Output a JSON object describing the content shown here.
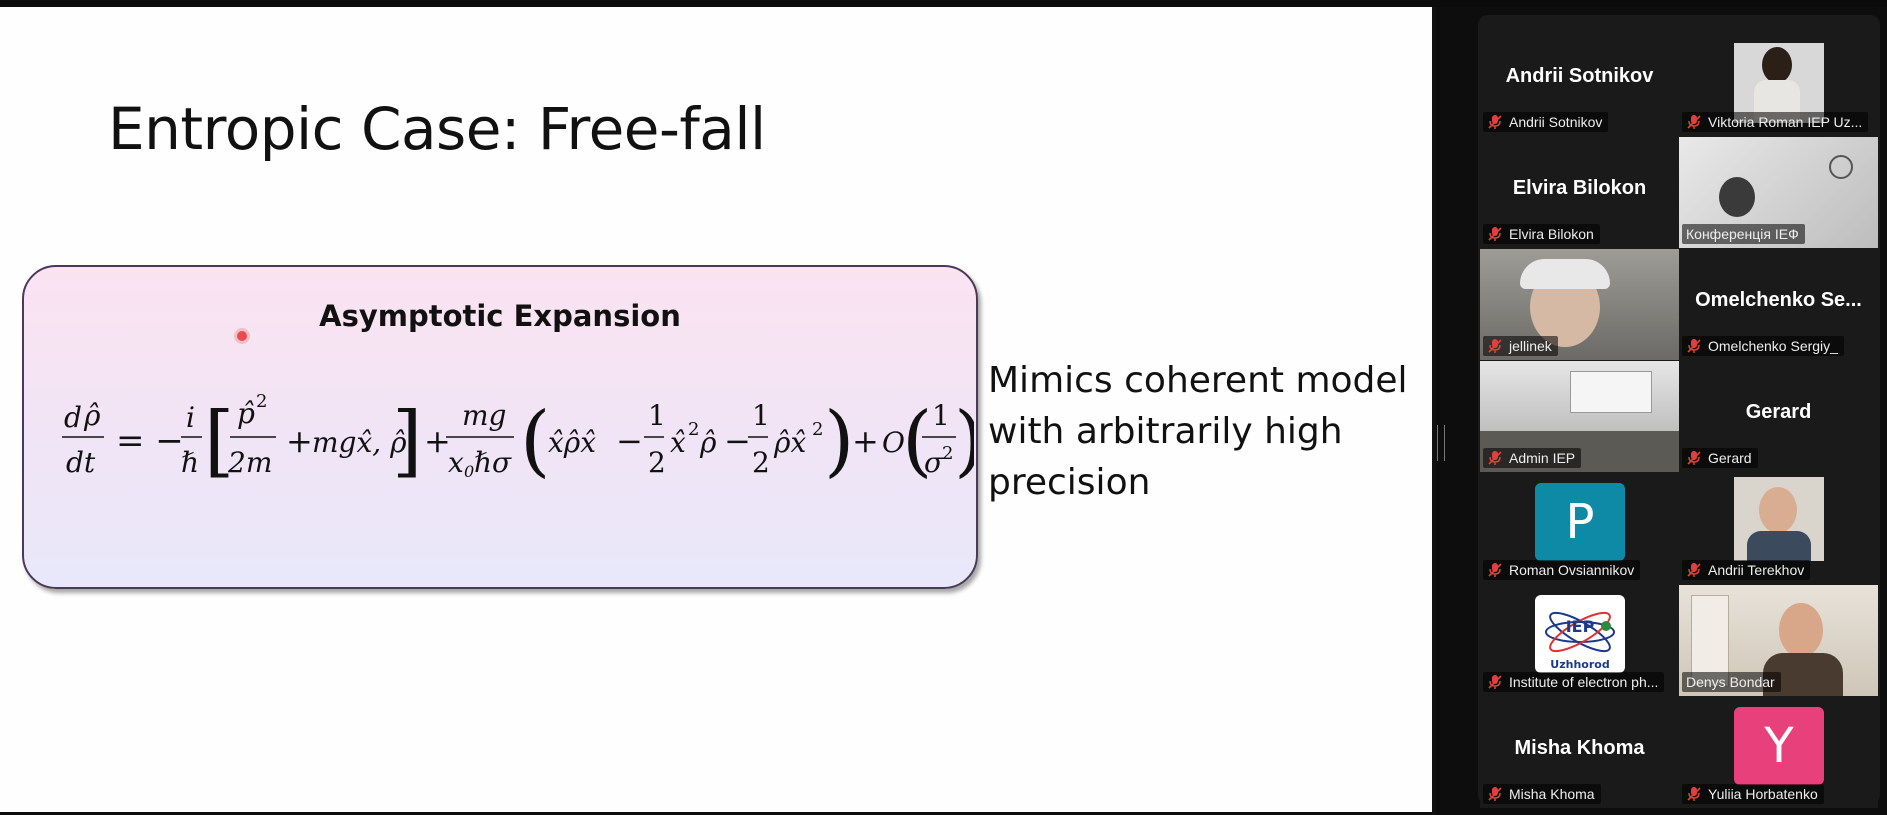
{
  "slide": {
    "title": "Entropic Case: Free-fall",
    "box_title": "Asymptotic Expansion",
    "side_text": [
      "Mimics coherent model",
      "with arbitrarily high",
      "precision"
    ]
  },
  "participants": [
    {
      "name": "Andrii Sotnikov",
      "label": "Andrii Sotnikov",
      "type": "name"
    },
    {
      "name": "Viktoria Roman IEP Uz...",
      "label": "Viktoria Roman IEP Uz...",
      "type": "video"
    },
    {
      "name": "Elvira Bilokon",
      "label": "Elvira Bilokon",
      "type": "name"
    },
    {
      "name": "Конференція ІЕФ",
      "label": "Конференція ІЕФ",
      "type": "video"
    },
    {
      "name": "jellinek",
      "label": "jellinek",
      "type": "video"
    },
    {
      "name": "Omelchenko  Se...",
      "label": "Omelchenko Sergiy_",
      "type": "name"
    },
    {
      "name": "Admin IEP",
      "label": "Admin IEP",
      "type": "video"
    },
    {
      "name": "Gerard",
      "label": "Gerard",
      "type": "name"
    },
    {
      "name": "Roman Ovsiannikov",
      "label": "Roman Ovsiannikov",
      "type": "avatar",
      "initial": "P",
      "color": "#0f8aa6"
    },
    {
      "name": "Andrii Terekhov",
      "label": "Andrii Terekhov",
      "type": "video"
    },
    {
      "name": "Institute of electron ph...",
      "label": "Institute of electron ph...",
      "type": "logo",
      "logo_text": "IEP",
      "logo_sub": "Uzhhorod"
    },
    {
      "name": "Denys Bondar",
      "label": "Denys Bondar",
      "type": "video",
      "active": true
    },
    {
      "name": "Misha Khoma",
      "label": "Misha Khoma",
      "type": "name"
    },
    {
      "name": "Yuliia Horbatenko",
      "label": "Yuliia Horbatenko",
      "type": "avatar",
      "initial": "Y",
      "color": "#e8407a"
    }
  ],
  "colors": {
    "active_speaker": "#2ad46f",
    "mute_icon": "#e0413a"
  }
}
